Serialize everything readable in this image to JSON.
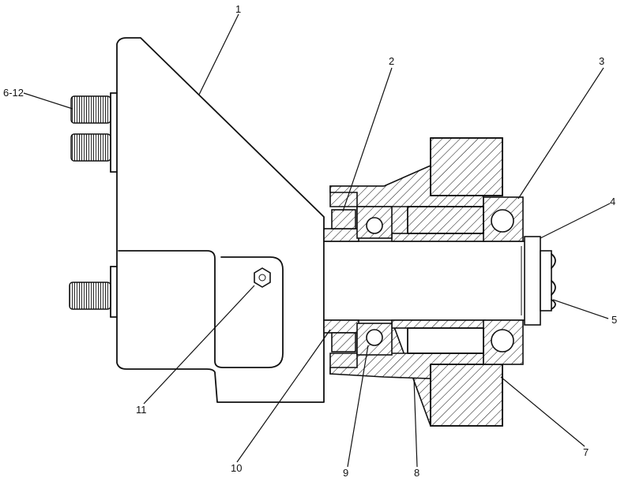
{
  "labels": {
    "l1": "1",
    "l2": "2",
    "l3": "3",
    "l4": "4",
    "l5": "5",
    "l6": "6-12",
    "l7": "7",
    "l8": "8",
    "l9": "9",
    "l10": "10",
    "l11": "11"
  }
}
